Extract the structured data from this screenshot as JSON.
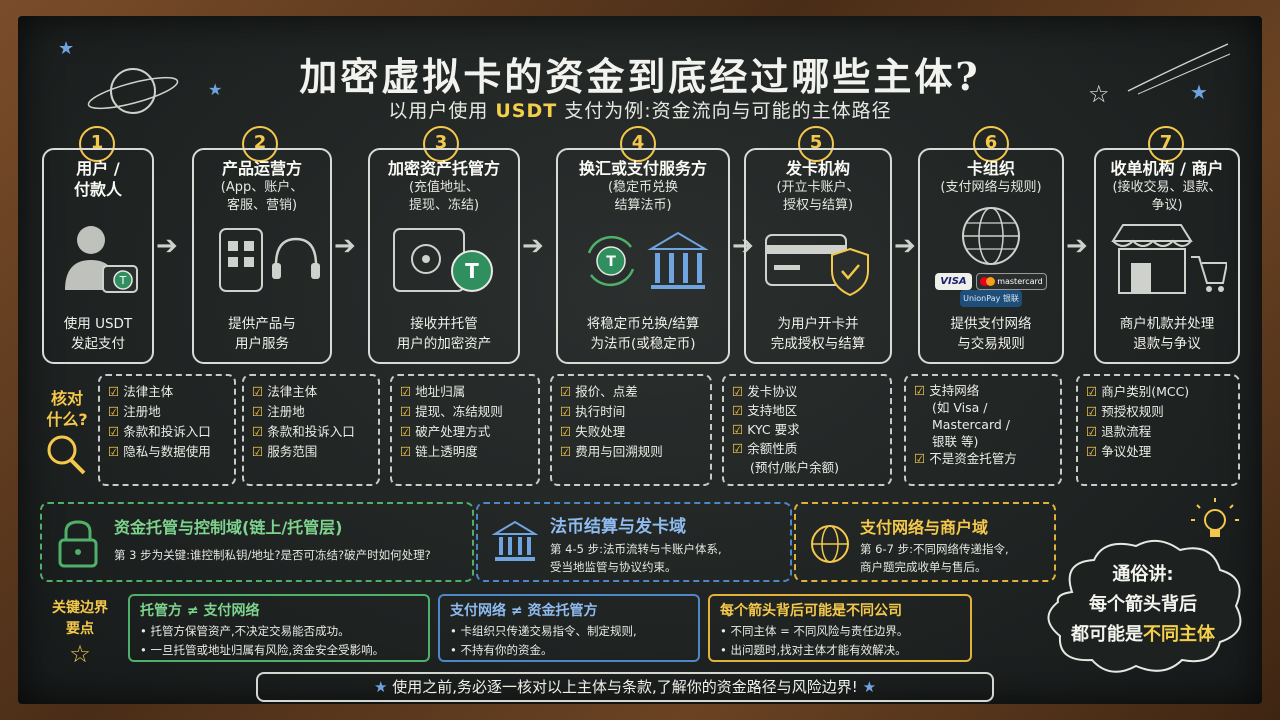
{
  "title": "加密虚拟卡的资金到底经过哪些主体?",
  "subtitle_prefix": "以用户使用",
  "subtitle_hl": "USDT",
  "subtitle_suffix": "支付为例:资金流向与可能的主体路径",
  "colors": {
    "accent_yellow": "#f4c84a",
    "green": "#4fb06a",
    "blue": "#4f86c6",
    "board": "#1f2322"
  },
  "steps": [
    {
      "num": "1",
      "title": "用户 /",
      "title2": "付款人",
      "sub": "",
      "sub2": "",
      "bottom": "使用 USDT",
      "bottom2": "发起支付",
      "icon": "user-wallet-icon"
    },
    {
      "num": "2",
      "title": "产品运营方",
      "title2": "",
      "sub": "(App、账户、",
      "sub2": "客服、营销)",
      "bottom": "提供产品与",
      "bottom2": "用户服务",
      "icon": "phone-headset-icon"
    },
    {
      "num": "3",
      "title": "加密资产托管方",
      "title2": "",
      "sub": "(充值地址、",
      "sub2": "提现、冻结)",
      "bottom": "接收并托管",
      "bottom2": "用户的加密资产",
      "icon": "safe-tether-icon"
    },
    {
      "num": "4",
      "title": "换汇或支付服务方",
      "title2": "",
      "sub": "(稳定币兑换",
      "sub2": "结算法币)",
      "bottom": "将稳定币兑换/结算",
      "bottom2": "为法币(或稳定币)",
      "icon": "exchange-bank-icon"
    },
    {
      "num": "5",
      "title": "发卡机构",
      "title2": "",
      "sub": "(开立卡账户、",
      "sub2": "授权与结算)",
      "bottom": "为用户开卡并",
      "bottom2": "完成授权与结算",
      "icon": "card-shield-icon"
    },
    {
      "num": "6",
      "title": "卡组织",
      "title2": "",
      "sub": "(支付网络与规则)",
      "sub2": "",
      "bottom": "提供支付网络",
      "bottom2": "与交易规则",
      "icon": "globe-network-icon"
    },
    {
      "num": "7",
      "title": "收单机构 / 商户",
      "title2": "",
      "sub": "(接收交易、退款、",
      "sub2": "争议)",
      "bottom": "商户机款并处理",
      "bottom2": "退款与争议",
      "icon": "store-cart-icon"
    }
  ],
  "network_logos": [
    "VISA",
    "mastercard",
    "UnionPay 银联"
  ],
  "verify_label_1": "核对",
  "verify_label_2": "什么?",
  "checklists": [
    [
      "法律主体",
      "注册地",
      "条款和投诉入口",
      "隐私与数据使用"
    ],
    [
      "法律主体",
      "注册地",
      "条款和投诉入口",
      "服务范围"
    ],
    [
      "地址归属",
      "提现、冻结规则",
      "破产处理方式",
      "链上透明度"
    ],
    [
      "报价、点差",
      "执行时间",
      "失败处理",
      "费用与回溯规则"
    ],
    [
      "发卡协议",
      "支持地区",
      "KYC 要求",
      "余额性质"
    ],
    [
      "支持网络",
      "不是资金托管方"
    ],
    [
      "商户类别(MCC)",
      "预授权规则",
      "退款流程",
      "争议处理"
    ]
  ],
  "checklist_extra": {
    "c5_note": "(预付/账户余额)",
    "c6_note1": "(如 Visa /",
    "c6_note2": "Mastercard /",
    "c6_note3": "银联 等)"
  },
  "domains": [
    {
      "title": "资金托管与控制域(链上/托管层)",
      "desc1": "第 3 步为关键:谁控制私钥/地址?是否可冻结?破产时如何处理?",
      "desc2": "",
      "icon": "lock-icon"
    },
    {
      "title": "法币结算与发卡域",
      "desc1": "第 4-5 步:法币流转与卡账户体系,",
      "desc2": "受当地监管与协议约束。",
      "icon": "bank-icon"
    },
    {
      "title": "支付网络与商户域",
      "desc1": "第 6-7 步:不同网络传递指令,",
      "desc2": "商户题完成收单与售后。",
      "icon": "globe-icon"
    }
  ],
  "key_label_1": "关键边界",
  "key_label_2": "要点",
  "keys": [
    {
      "title": "托管方 ≠ 支付网络",
      "lines": [
        "托管方保管资产,不决定交易能否成功。",
        "一旦托管或地址归属有风险,资金安全受影响。"
      ]
    },
    {
      "title": "支付网络 ≠ 资金托管方",
      "lines": [
        "卡组织只传递交易指令、制定规则,",
        "不持有你的资金。"
      ]
    },
    {
      "title": "每个箭头背后可能是不同公司",
      "lines": [
        "不同主体 = 不同风险与责任边界。",
        "出问题时,找对主体才能有效解决。"
      ]
    }
  ],
  "cloud": {
    "l1": "通俗讲:",
    "l2": "每个箭头背后",
    "l3a": "都可能是",
    "l3b": "不同主体"
  },
  "footer": "使用之前,务必逐一核对以上主体与条款,了解你的资金路径与风险边界!"
}
